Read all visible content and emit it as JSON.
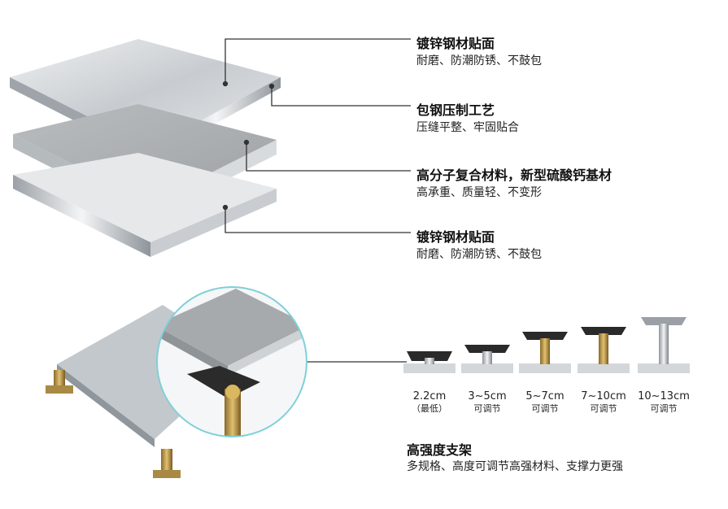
{
  "layers": [
    {
      "title": "镀锌钢材贴面",
      "desc": "耐磨、防潮防锈、不鼓包"
    },
    {
      "title": "包钢压制工艺",
      "desc": "压缝平整、牢固贴合"
    },
    {
      "title": "高分子复合材料，新型硫酸钙基材",
      "desc": "高承重、质量轻、不变形"
    },
    {
      "title": "镀锌钢材贴面",
      "desc": "耐磨、防潮防锈、不鼓包"
    }
  ],
  "pedestals": [
    {
      "size": "2.2cm",
      "note": "（最低）"
    },
    {
      "size": "3~5cm",
      "note": "可调节"
    },
    {
      "size": "5~7cm",
      "note": "可调节"
    },
    {
      "size": "7~10cm",
      "note": "可调节"
    },
    {
      "size": "10~13cm",
      "note": "可调节"
    }
  ],
  "support": {
    "title": "高强度支架",
    "desc": "多规格、高度可调节高强材料、支撑力更强"
  },
  "colors": {
    "steel": "#c9cdd1",
    "core": "#a9adaf",
    "leader": "#333333",
    "ring": "#7fd0d8"
  }
}
